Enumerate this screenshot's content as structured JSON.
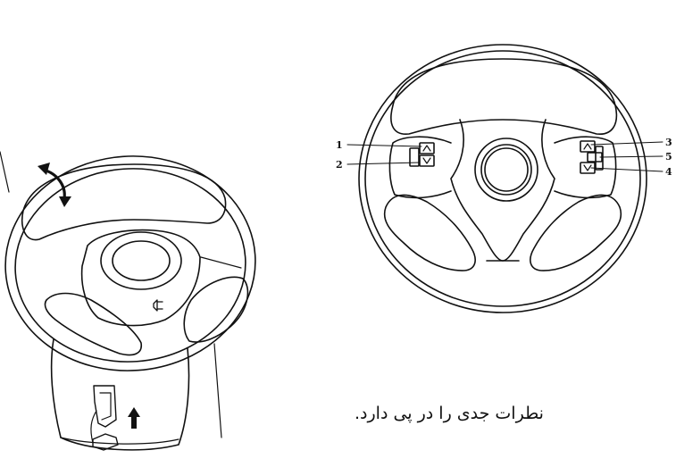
{
  "figure": {
    "labels": {
      "l1": "1",
      "l2": "2",
      "l3": "3",
      "l4": "4",
      "l5": "5"
    },
    "caption": "نطرات جدی را در پی دارد."
  },
  "icons": {
    "rotate_arrow": "curved-double-arrow-icon",
    "up_arrow": "up-arrow-icon",
    "horn": "horn-icon"
  }
}
